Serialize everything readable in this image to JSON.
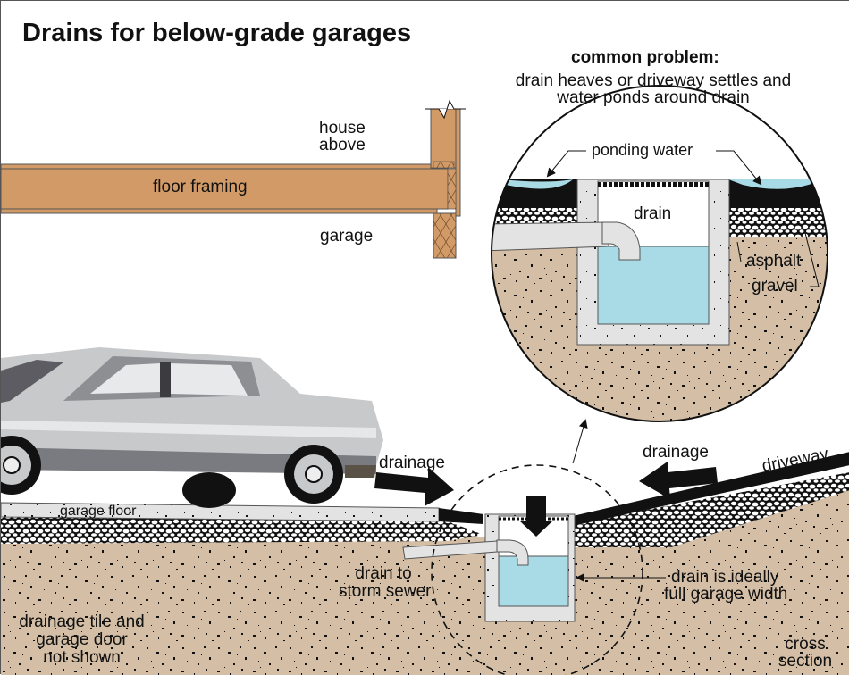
{
  "title": "Drains for below-grade garages",
  "callout": {
    "heading": "common problem:",
    "line1": "drain heaves or driveway settles and",
    "line2": "water ponds around drain"
  },
  "labels": {
    "house_above_1": "house",
    "house_above_2": "above",
    "floor_framing": "floor framing",
    "garage": "garage",
    "garage_floor": "garage floor",
    "drainage_left": "drainage",
    "drainage_right": "drainage",
    "driveway": "driveway",
    "drain_to_1": "drain to",
    "drain_to_2": "storm sewer",
    "drain_ideal_1": "drain is ideally",
    "drain_ideal_2": "full garage width",
    "note_1": "drainage tile and",
    "note_2": "garage door",
    "note_3": "not shown",
    "cross_1": "cross",
    "cross_2": "section"
  },
  "detail": {
    "ponding_water": "ponding water",
    "drain": "drain",
    "asphalt": "asphalt",
    "gravel": "gravel"
  },
  "colors": {
    "wood": "#d29a66",
    "soil": "#d4bfa6",
    "water": "#a9dbe6",
    "concrete": "#e3e3e3",
    "asphalt": "#111111",
    "car_body": "#c8c9cb"
  }
}
